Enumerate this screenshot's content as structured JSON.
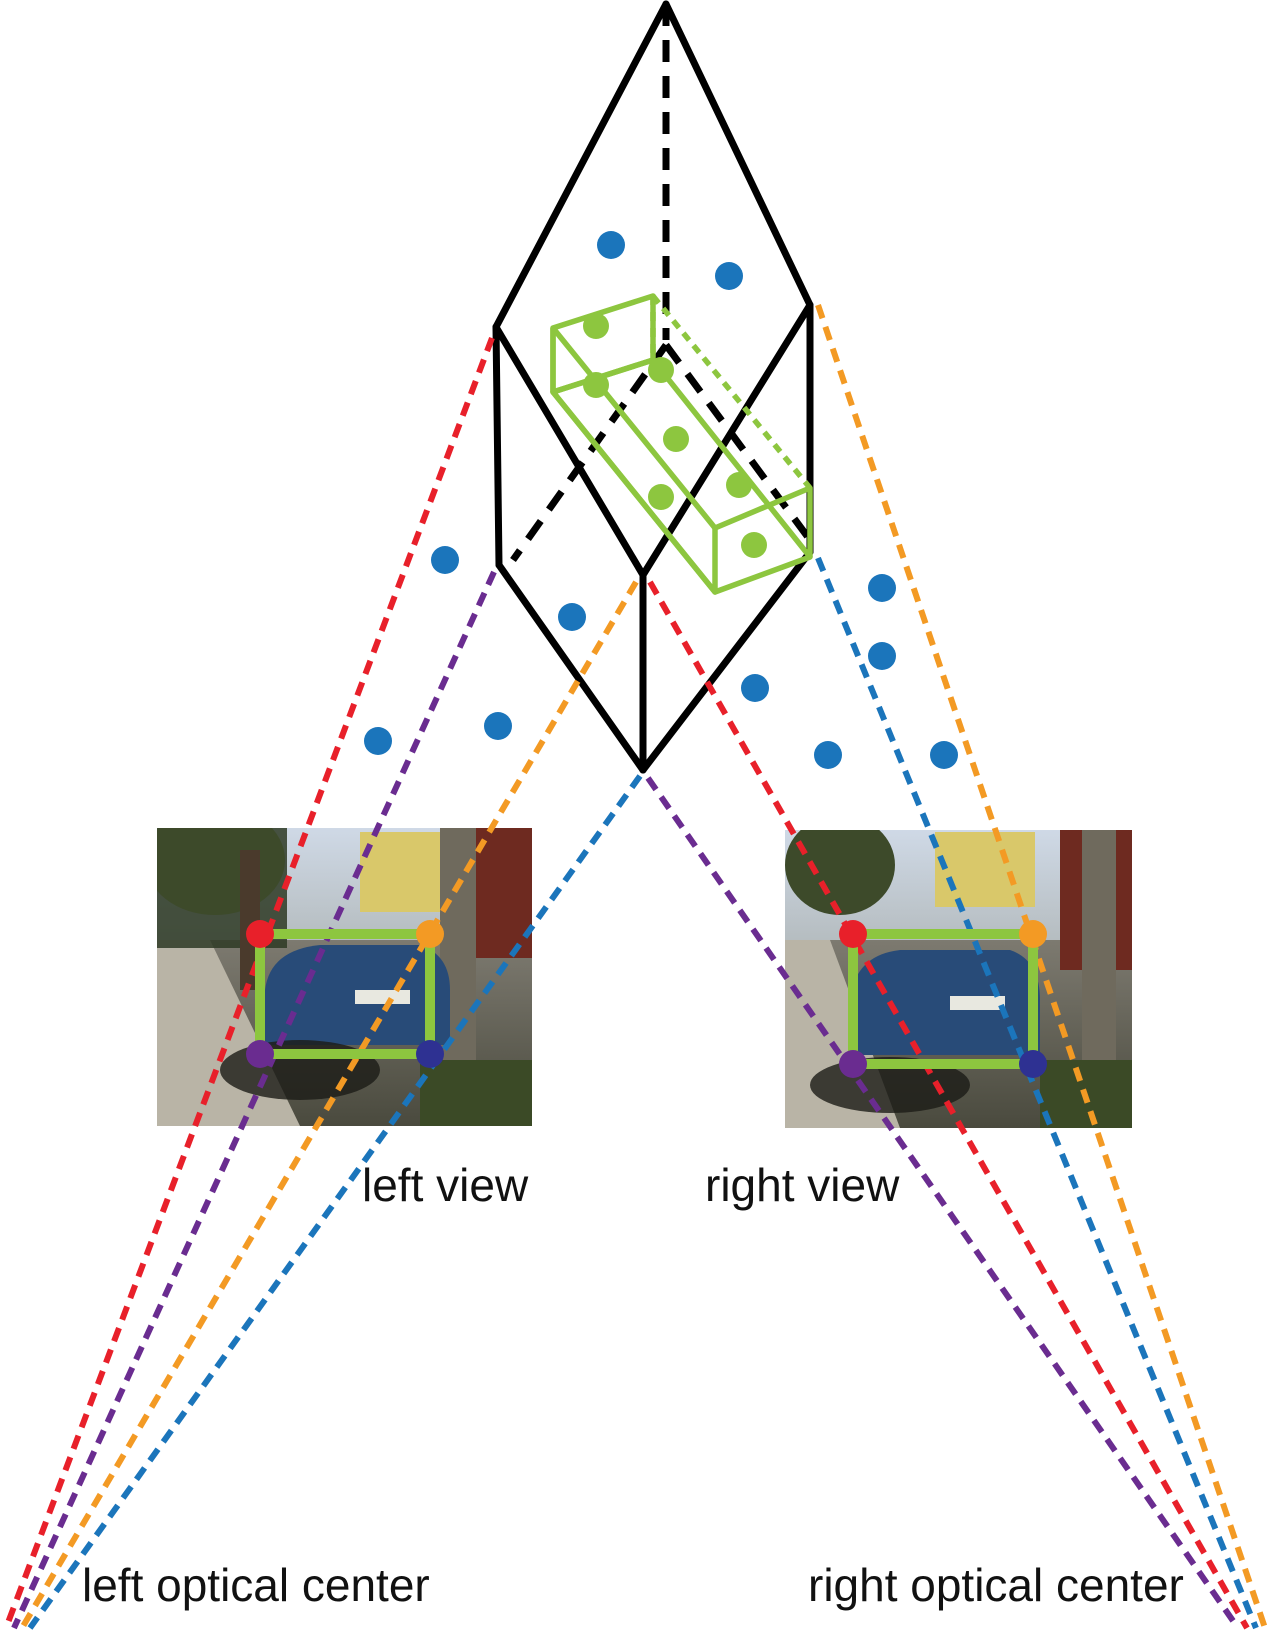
{
  "labels": {
    "left_view": "left view",
    "right_view": "right view",
    "left_optical_center": "left optical center",
    "right_optical_center": "right optical center"
  },
  "colors": {
    "red": "#e8202a",
    "orange": "#f39a24",
    "purple": "#6a2c90",
    "blue": "#1b75bb",
    "navy": "#2e3192",
    "green": "#8dc63f",
    "black": "#000000"
  }
}
